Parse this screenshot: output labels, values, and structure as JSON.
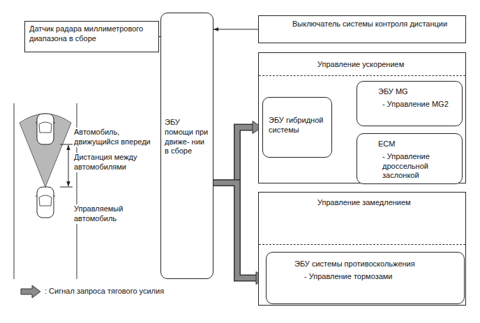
{
  "diagram": {
    "nodes": [
      {
        "text": [
          "Датчик радара миллиметрового диапазона в сборе"
        ]
      },
      {
        "text": [
          "ЭБУ помощи при движе- нии в сборе"
        ]
      },
      {
        "text": [
          "Выключатель системы контроля дистанции"
        ]
      },
      {
        "text": [
          "Управление ускорением"
        ]
      },
      {
        "text": [
          "ЭБУ гибридной системы"
        ],
        "in": 3
      },
      {
        "text": [
          "ЭБУ MG",
          "- Управление MG2"
        ],
        "in": 3
      },
      {
        "text": [
          "ECM",
          "- Управление дроссельной заслонкой"
        ],
        "in": 3
      },
      {
        "text": [
          "Управление замедлением"
        ]
      },
      {
        "text": [
          "ЭБУ системы противоскольжения",
          "- Управление тормозами"
        ],
        "in": 7
      }
    ],
    "edges": [
      {
        "from": 0,
        "to": 1,
        "arrow": "to"
      },
      {
        "from": 2,
        "to": 1,
        "arrow": "to"
      },
      {
        "from": 1,
        "to": 4,
        "arrow": "to"
      },
      {
        "from": 1,
        "to": 8,
        "arrow": "to"
      },
      {
        "from": 4,
        "to": 5,
        "arrow": "to"
      },
      {
        "from": 4,
        "to": 6,
        "arrow": "to"
      }
    ],
    "labels": [
      "Автомобиль, движущийся впереди",
      "Дистанция между автомобилями",
      "Управляемый автомобиль"
    ],
    "legend": [
      {
        "text": ": Сигнал запроса тягового усилия"
      }
    ]
  }
}
